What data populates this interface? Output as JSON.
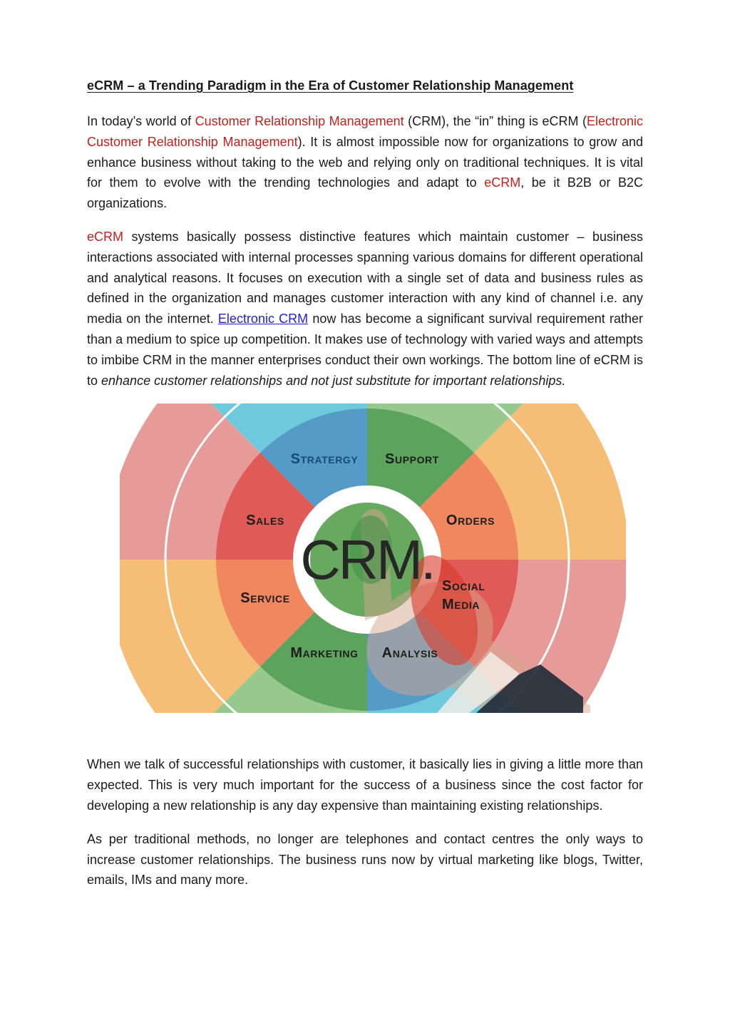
{
  "title": {
    "text": "eCRM – a Trending Paradigm in the Era of Customer Relationship Management"
  },
  "paragraphs": {
    "p1": [
      {
        "text": "In today’s world of ",
        "style": "normal"
      },
      {
        "text": "Customer Relationship Management",
        "style": "red"
      },
      {
        "text": " (CRM), the “in” thing is eCRM (",
        "style": "normal"
      },
      {
        "text": "Electronic Customer Relationship Management",
        "style": "red"
      },
      {
        "text": "). It is almost impossible now for organizations to grow and enhance business without taking to the web and relying only on traditional techniques. It is vital for them to evolve with the trending technologies and adapt to ",
        "style": "normal"
      },
      {
        "text": "eCRM",
        "style": "red"
      },
      {
        "text": ", be it B2B or B2C organizations.",
        "style": "normal"
      }
    ],
    "p2": [
      {
        "text": "eCRM",
        "style": "red"
      },
      {
        "text": " systems basically possess distinctive features which maintain customer – business interactions associated with internal processes spanning various domains for different operational and analytical reasons. It focuses on execution with a single set of data and business rules as defined in the organization and manages customer interaction with any kind of channel i.e. any media on the internet. ",
        "style": "normal"
      },
      {
        "text": "Electronic CRM",
        "style": "link"
      },
      {
        "text": " now has become a significant survival requirement rather than a medium to spice up competition. It makes use of technology with varied ways and attempts to imbibe CRM in the manner enterprises conduct their own workings. The bottom line of eCRM is to ",
        "style": "normal"
      },
      {
        "text": "enhance customer relationships and not just substitute for important relationships.",
        "style": "italic"
      }
    ],
    "p3": [
      {
        "text": "When we talk of successful relationships with customer, it basically lies in giving a little more than expected. This is very much important for the success of a business since the cost factor for developing a new relationship is any day expensive than maintaining existing relationships.",
        "style": "normal"
      }
    ],
    "p4": [
      {
        "text": "As per traditional methods, no longer are telephones and contact centres the only ways to increase customer relationships. The business runs now by virtual marketing like blogs, Twitter, emails, IMs and many more.",
        "style": "normal"
      }
    ]
  },
  "diagram": {
    "center_label": "CRM.",
    "labels": {
      "stratergy": "Stratergy",
      "support": "Support",
      "sales": "Sales",
      "orders": "Orders",
      "service": "Service",
      "social": "Social",
      "media": "Media",
      "marketing": "Marketing",
      "analysis": "Analysis"
    },
    "colors": {
      "inner_blue": "#549bc8",
      "inner_green": "#5ca45e",
      "inner_orange": "#f0875f",
      "inner_red": "#e05b58",
      "outer_cyan": "#6ec9dc",
      "outer_green": "#97c88e",
      "outer_orange": "#f5bd75",
      "outer_pink": "#e69b98",
      "center_green": "#66a95f",
      "crm_text": "#272725",
      "label_dark": "#1d1d1b",
      "label_navy": "#17497c",
      "hand_skin": "#d7a68f",
      "sleeve_navy": "#1f2b38",
      "cuff_white": "#f3efe8",
      "fingertip_green": "#3e8f45",
      "marker_red": "#d83a2c"
    }
  }
}
